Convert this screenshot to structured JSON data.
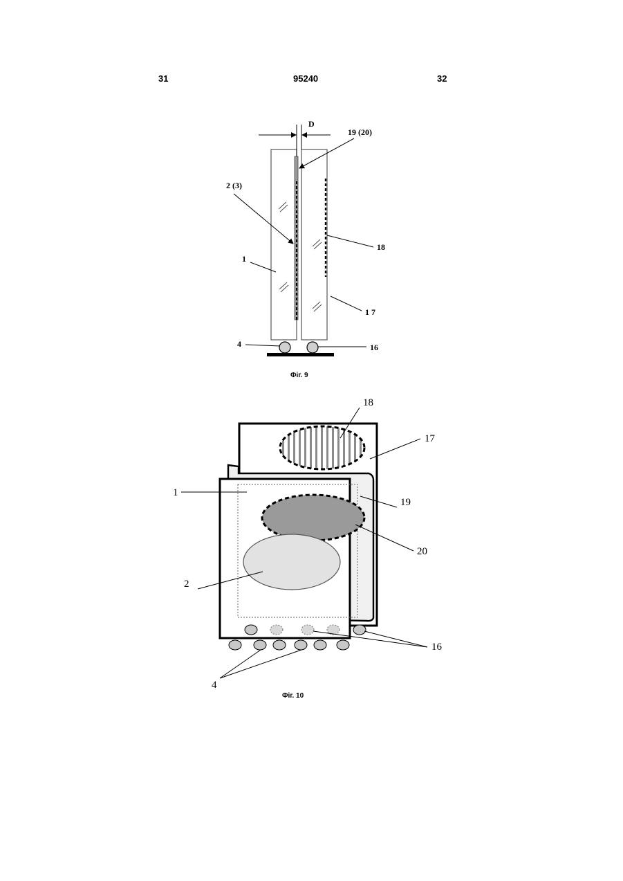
{
  "header": {
    "page_left": "31",
    "patent_number": "95240",
    "page_right": "32"
  },
  "figure9": {
    "caption": "Фіг. 9",
    "labels": {
      "d": "D",
      "l19_20": "19 (20)",
      "l2_3": "2 (3)",
      "l18": "18",
      "l1": "1",
      "l17": "1 7",
      "l4": "4",
      "l16": "16"
    }
  },
  "figure10": {
    "caption": "Фіг. 10",
    "labels": {
      "l18": "18",
      "l17": "17",
      "l1": "1",
      "l19": "19",
      "l20": "20",
      "l2": "2",
      "l16": "16",
      "l4": "4"
    }
  }
}
